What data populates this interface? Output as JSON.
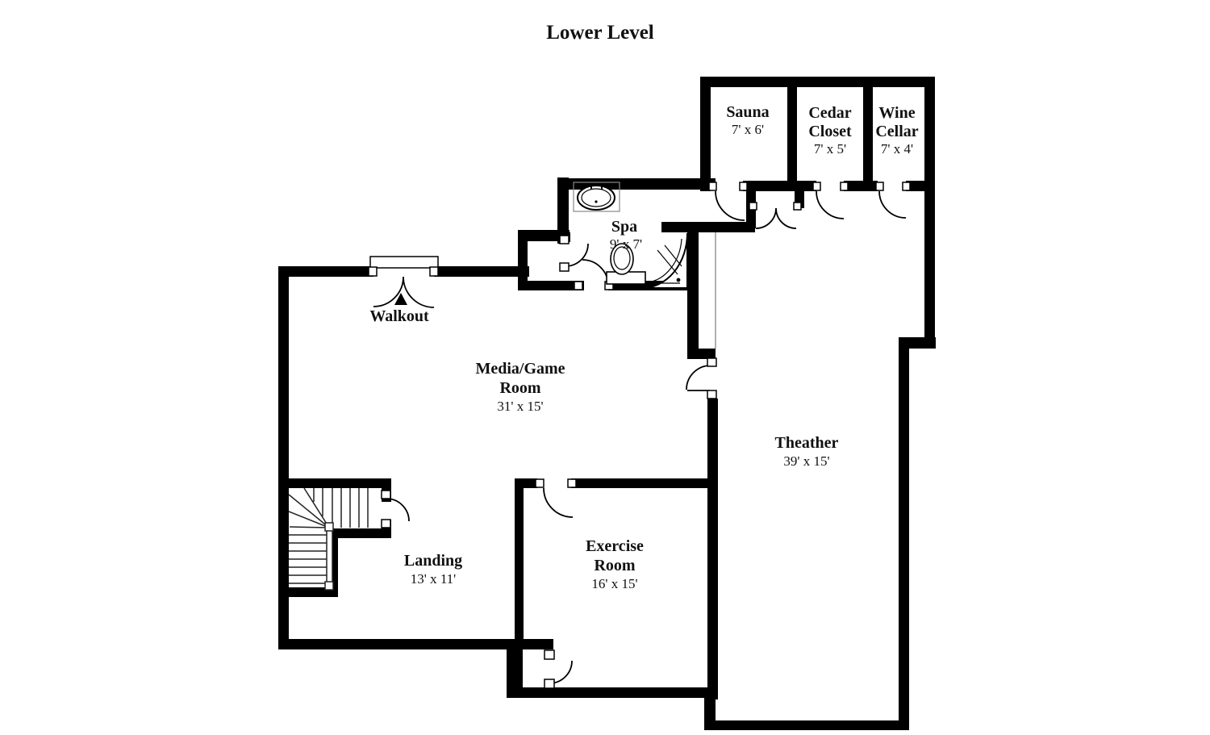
{
  "title": "Lower Level",
  "rooms": {
    "sauna": {
      "name": "Sauna",
      "dims": "7' x 6'"
    },
    "cedar_closet": {
      "name1": "Cedar",
      "name2": "Closet",
      "dims": "7' x 5'"
    },
    "wine_cellar": {
      "name1": "Wine",
      "name2": "Cellar",
      "dims": "7' x 4'"
    },
    "spa": {
      "name": "Spa",
      "dims": "9' x 7'"
    },
    "media_game": {
      "name1": "Media/Game",
      "name2": "Room",
      "dims": "31' x 15'"
    },
    "theater": {
      "name": "Theather",
      "dims": "39' x 15'"
    },
    "landing": {
      "name": "Landing",
      "dims": "13' x 11'"
    },
    "exercise": {
      "name1": "Exercise",
      "name2": "Room",
      "dims": "16' x 15'"
    }
  },
  "annotations": {
    "walkout": "Walkout"
  },
  "colors": {
    "wall": "#000000",
    "background": "#ffffff",
    "open_boundary": "#b0b0b0"
  }
}
